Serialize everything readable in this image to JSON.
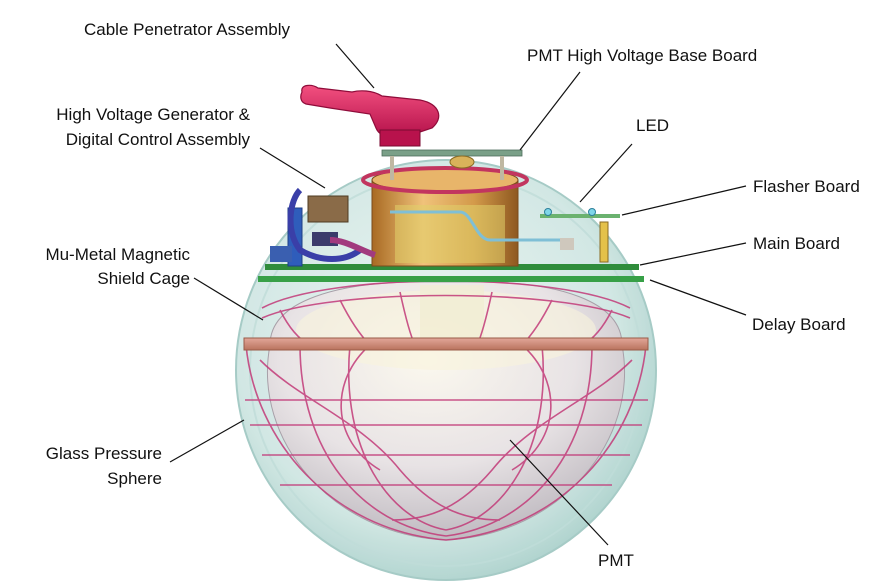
{
  "labels": {
    "cable_penetrator": "Cable Penetrator Assembly",
    "pmt_hv_base": "PMT High Voltage Base Board",
    "hv_generator_line1": "High Voltage Generator &",
    "hv_generator_line2": "Digital Control Assembly",
    "led": "LED",
    "flasher_board": "Flasher Board",
    "main_board": "Main Board",
    "mu_metal_line1": "Mu-Metal Magnetic",
    "mu_metal_line2": "Shield Cage",
    "delay_board": "Delay Board",
    "glass_sphere_line1": "Glass Pressure",
    "glass_sphere_line2": "Sphere",
    "pmt": "PMT"
  },
  "colors": {
    "sphere": "#cfe6e2",
    "sphere_edge": "#9fc7c2",
    "cage": "#c23a78",
    "penetrator": "#e0195f",
    "copper": "#d39a4a",
    "board_green": "#3f9a45",
    "pmt_glass": "#e6e1e4"
  }
}
